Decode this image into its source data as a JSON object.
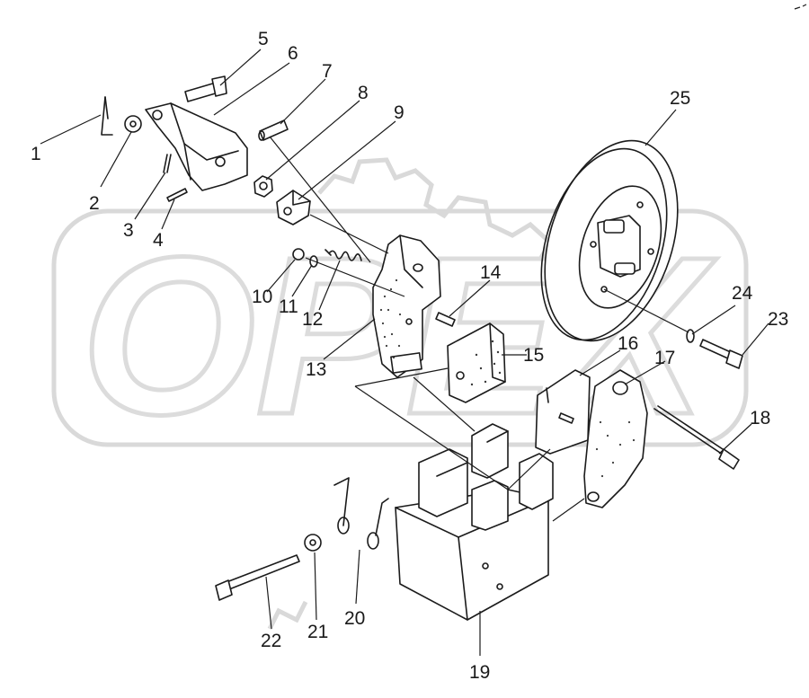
{
  "diagram": {
    "watermark": "OPEX",
    "callouts": [
      {
        "id": "1",
        "text": "1"
      },
      {
        "id": "2",
        "text": "2"
      },
      {
        "id": "3",
        "text": "3"
      },
      {
        "id": "4",
        "text": "4"
      },
      {
        "id": "5",
        "text": "5"
      },
      {
        "id": "6",
        "text": "6"
      },
      {
        "id": "7",
        "text": "7"
      },
      {
        "id": "8",
        "text": "8"
      },
      {
        "id": "9",
        "text": "9"
      },
      {
        "id": "10",
        "text": "10"
      },
      {
        "id": "11",
        "text": "11"
      },
      {
        "id": "12",
        "text": "12"
      },
      {
        "id": "13",
        "text": "13"
      },
      {
        "id": "14",
        "text": "14"
      },
      {
        "id": "15",
        "text": "15"
      },
      {
        "id": "16",
        "text": "16"
      },
      {
        "id": "17",
        "text": "17"
      },
      {
        "id": "18",
        "text": "18"
      },
      {
        "id": "19",
        "text": "19"
      },
      {
        "id": "20",
        "text": "20"
      },
      {
        "id": "21",
        "text": "21"
      },
      {
        "id": "22",
        "text": "22"
      },
      {
        "id": "23",
        "text": "23"
      },
      {
        "id": "24",
        "text": "24"
      },
      {
        "id": "25",
        "text": "25"
      }
    ]
  }
}
